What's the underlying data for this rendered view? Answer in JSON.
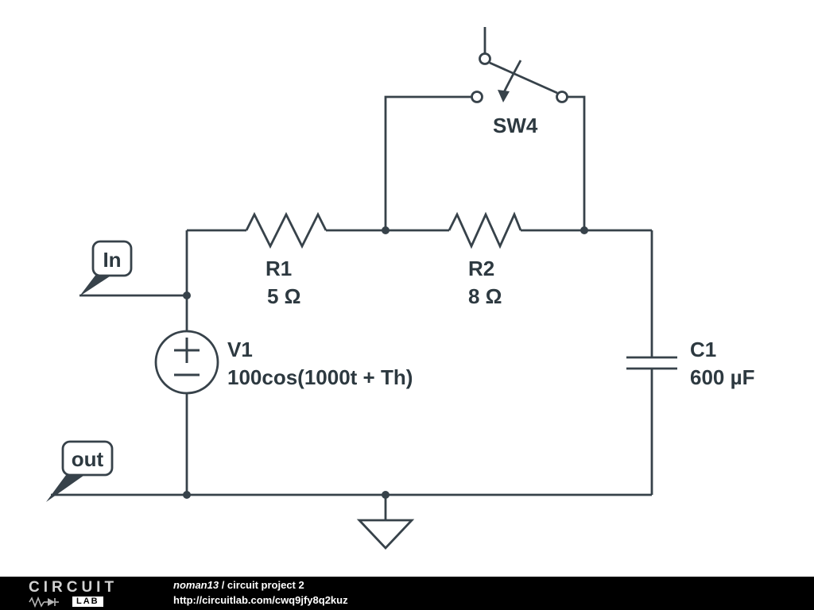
{
  "components": {
    "v1": {
      "designator": "V1",
      "value": "100cos(1000t + Th)"
    },
    "r1": {
      "designator": "R1",
      "value": "5 Ω"
    },
    "r2": {
      "designator": "R2",
      "value": "8 Ω"
    },
    "c1": {
      "designator": "C1",
      "value": "600 µF"
    },
    "sw4": {
      "designator": "SW4"
    }
  },
  "net_flags": {
    "in": "In",
    "out": "out"
  },
  "footer": {
    "logo_main": "CIRCUIT",
    "logo_sub": "LAB",
    "author": "noman13",
    "separator": " / ",
    "project": "circuit project 2",
    "url": "http://circuitlab.com/cwq9jfy8q2kuz"
  },
  "colors": {
    "schematic_line": "#37424a",
    "label_text": "#2d3940",
    "background": "#ffffff",
    "footer_bg": "#000000",
    "footer_text": "#ffffff",
    "logo_gray": "#d2d2d2"
  }
}
